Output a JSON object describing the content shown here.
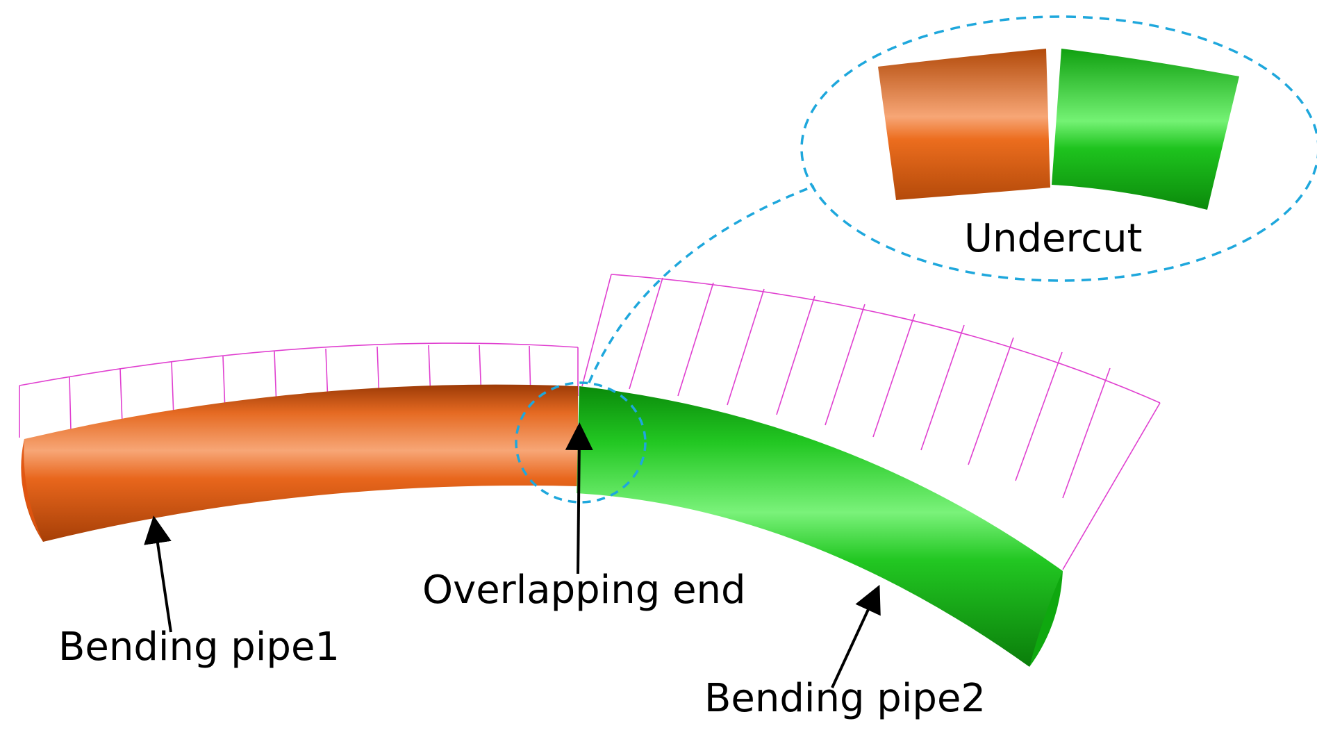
{
  "labels": {
    "bending_pipe1": "Bending pipe1",
    "bending_pipe2": "Bending pipe2",
    "overlapping_end": "Overlapping end",
    "undercut": "Undercut"
  },
  "colors": {
    "pipe1": "#e8661c",
    "pipe2": "#1ec31e",
    "frame": "#e040d0",
    "callout": "#1ea7dc",
    "arrow": "#000000"
  }
}
